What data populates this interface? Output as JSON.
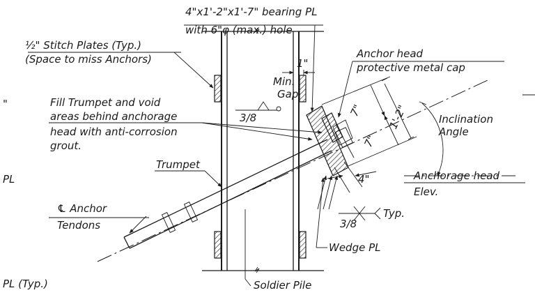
{
  "labels": {
    "bearing_plate_line1": "4\"x1'-2\"x1'-7\" bearing PL",
    "bearing_plate_line2": "with 6\"φ (max.) hole",
    "stitch_plates_line1": "½\" Stitch Plates (Typ.)",
    "stitch_plates_line2": "(Space to miss Anchors)",
    "anchor_head_line1": "Anchor head",
    "anchor_head_line2": "protective metal cap",
    "min_gap_dim": "1\"",
    "min_gap_line1": "Min.",
    "min_gap_line2": "Gap",
    "fill_line1": "Fill Trumpet and void",
    "fill_line2": "areas behind anchorage",
    "fill_line3": "head with anti-corrosion",
    "fill_line4": "grout.",
    "weld_size_left": "3/8",
    "trumpet": "Trumpet",
    "anchor_line1": "℄ Anchor",
    "anchor_line2": "Tendons",
    "dim_7_upper": "7\"",
    "dim_7_lower": "7\"",
    "dim_1_2": "1'-2\"",
    "dim_4": "4\"",
    "inclination_line1": "Inclination",
    "inclination_line2": "Angle",
    "anchorage_head_line1": "Anchorage head",
    "anchorage_head_line2": "Elev.",
    "weld_size_right": "3/8",
    "typ": "Typ.",
    "wedge_plate": "Wedge PL",
    "soldier_pile": "Soldier Pile",
    "edge_fragment_1": "\"",
    "edge_fragment_2": "PL",
    "edge_fragment_3": "PL (Typ.)"
  }
}
